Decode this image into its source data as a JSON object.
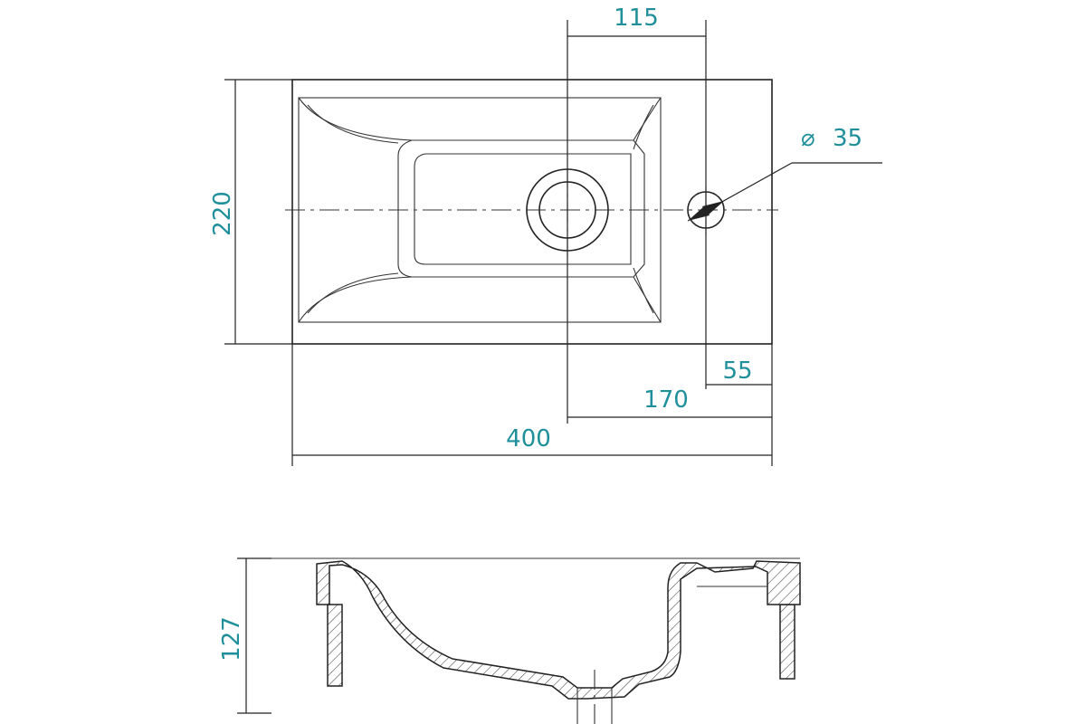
{
  "dimensions": {
    "top_offset": "115",
    "diameter_symbol": "⌀",
    "diameter_value": "35",
    "height_plan": "220",
    "side_offset": "55",
    "center_offset": "170",
    "total_width": "400",
    "height_section": "127"
  },
  "colors": {
    "dimension_text": "#1f8f9b",
    "lines": "#222222",
    "background": "#ffffff"
  }
}
